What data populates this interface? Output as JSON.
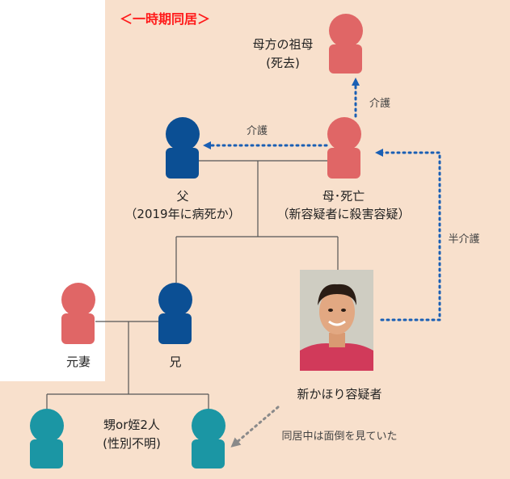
{
  "title": "＜一時期同居＞",
  "people": {
    "grandmother": {
      "name": "母方の祖母",
      "note": "(死去)",
      "color": "#e06666"
    },
    "father": {
      "name": "父",
      "note": "（2019年に病死か）",
      "color": "#0b4f94"
    },
    "mother": {
      "name": "母･死亡",
      "note": "（新容疑者に殺害容疑）",
      "color": "#e06666"
    },
    "ex_wife": {
      "name": "元妻",
      "color": "#e06666"
    },
    "brother": {
      "name": "兄",
      "color": "#0b4f94"
    },
    "suspect": {
      "name": "新かほり容疑者"
    },
    "children": {
      "name": "甥or姪2人",
      "note": "(性別不明)",
      "color": "#1b96a4"
    }
  },
  "edge_labels": {
    "care_grandmother": "介護",
    "care_father": "介護",
    "half_care": "半介護",
    "cohabit_care": "同居中は面倒を見ていた"
  },
  "colors": {
    "background_highlight": "#f8e0cc",
    "line": "#555555",
    "dotted_arrow": "#1a5fb4",
    "dotted_arrow_gray": "#8a8a8a"
  }
}
